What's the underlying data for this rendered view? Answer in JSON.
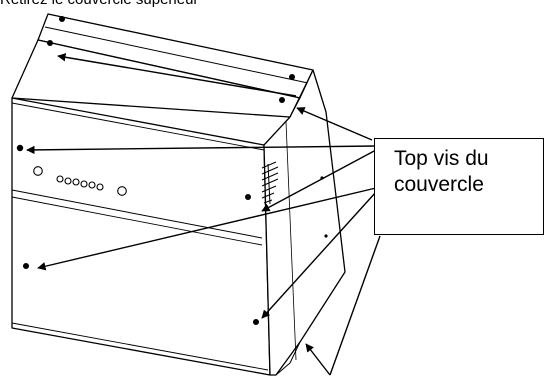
{
  "diagram": {
    "instruction": "Retirez le couvercle supérieur",
    "callout_lines": [
      "Top vis du",
      "couvercle"
    ]
  }
}
